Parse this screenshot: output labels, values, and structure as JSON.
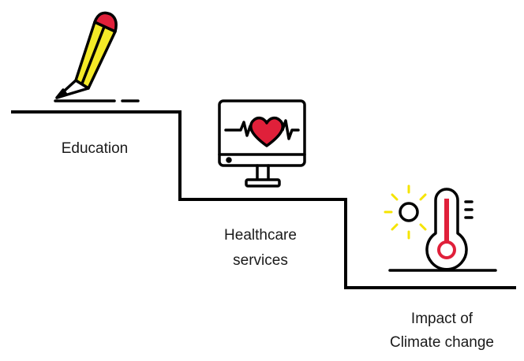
{
  "steps": [
    {
      "label": "Education",
      "icon": "pencil-icon"
    },
    {
      "label_line1": "Healthcare",
      "label_line2": "services",
      "icon": "heart-monitor-icon"
    },
    {
      "label_line1": "Impact of",
      "label_line2": "Climate change",
      "icon": "sun-thermometer-icon"
    }
  ],
  "colors": {
    "line": "#000000",
    "accent_red": "#e0203a",
    "accent_yellow": "#f4ea27",
    "sun_rays": "#f5e400"
  }
}
